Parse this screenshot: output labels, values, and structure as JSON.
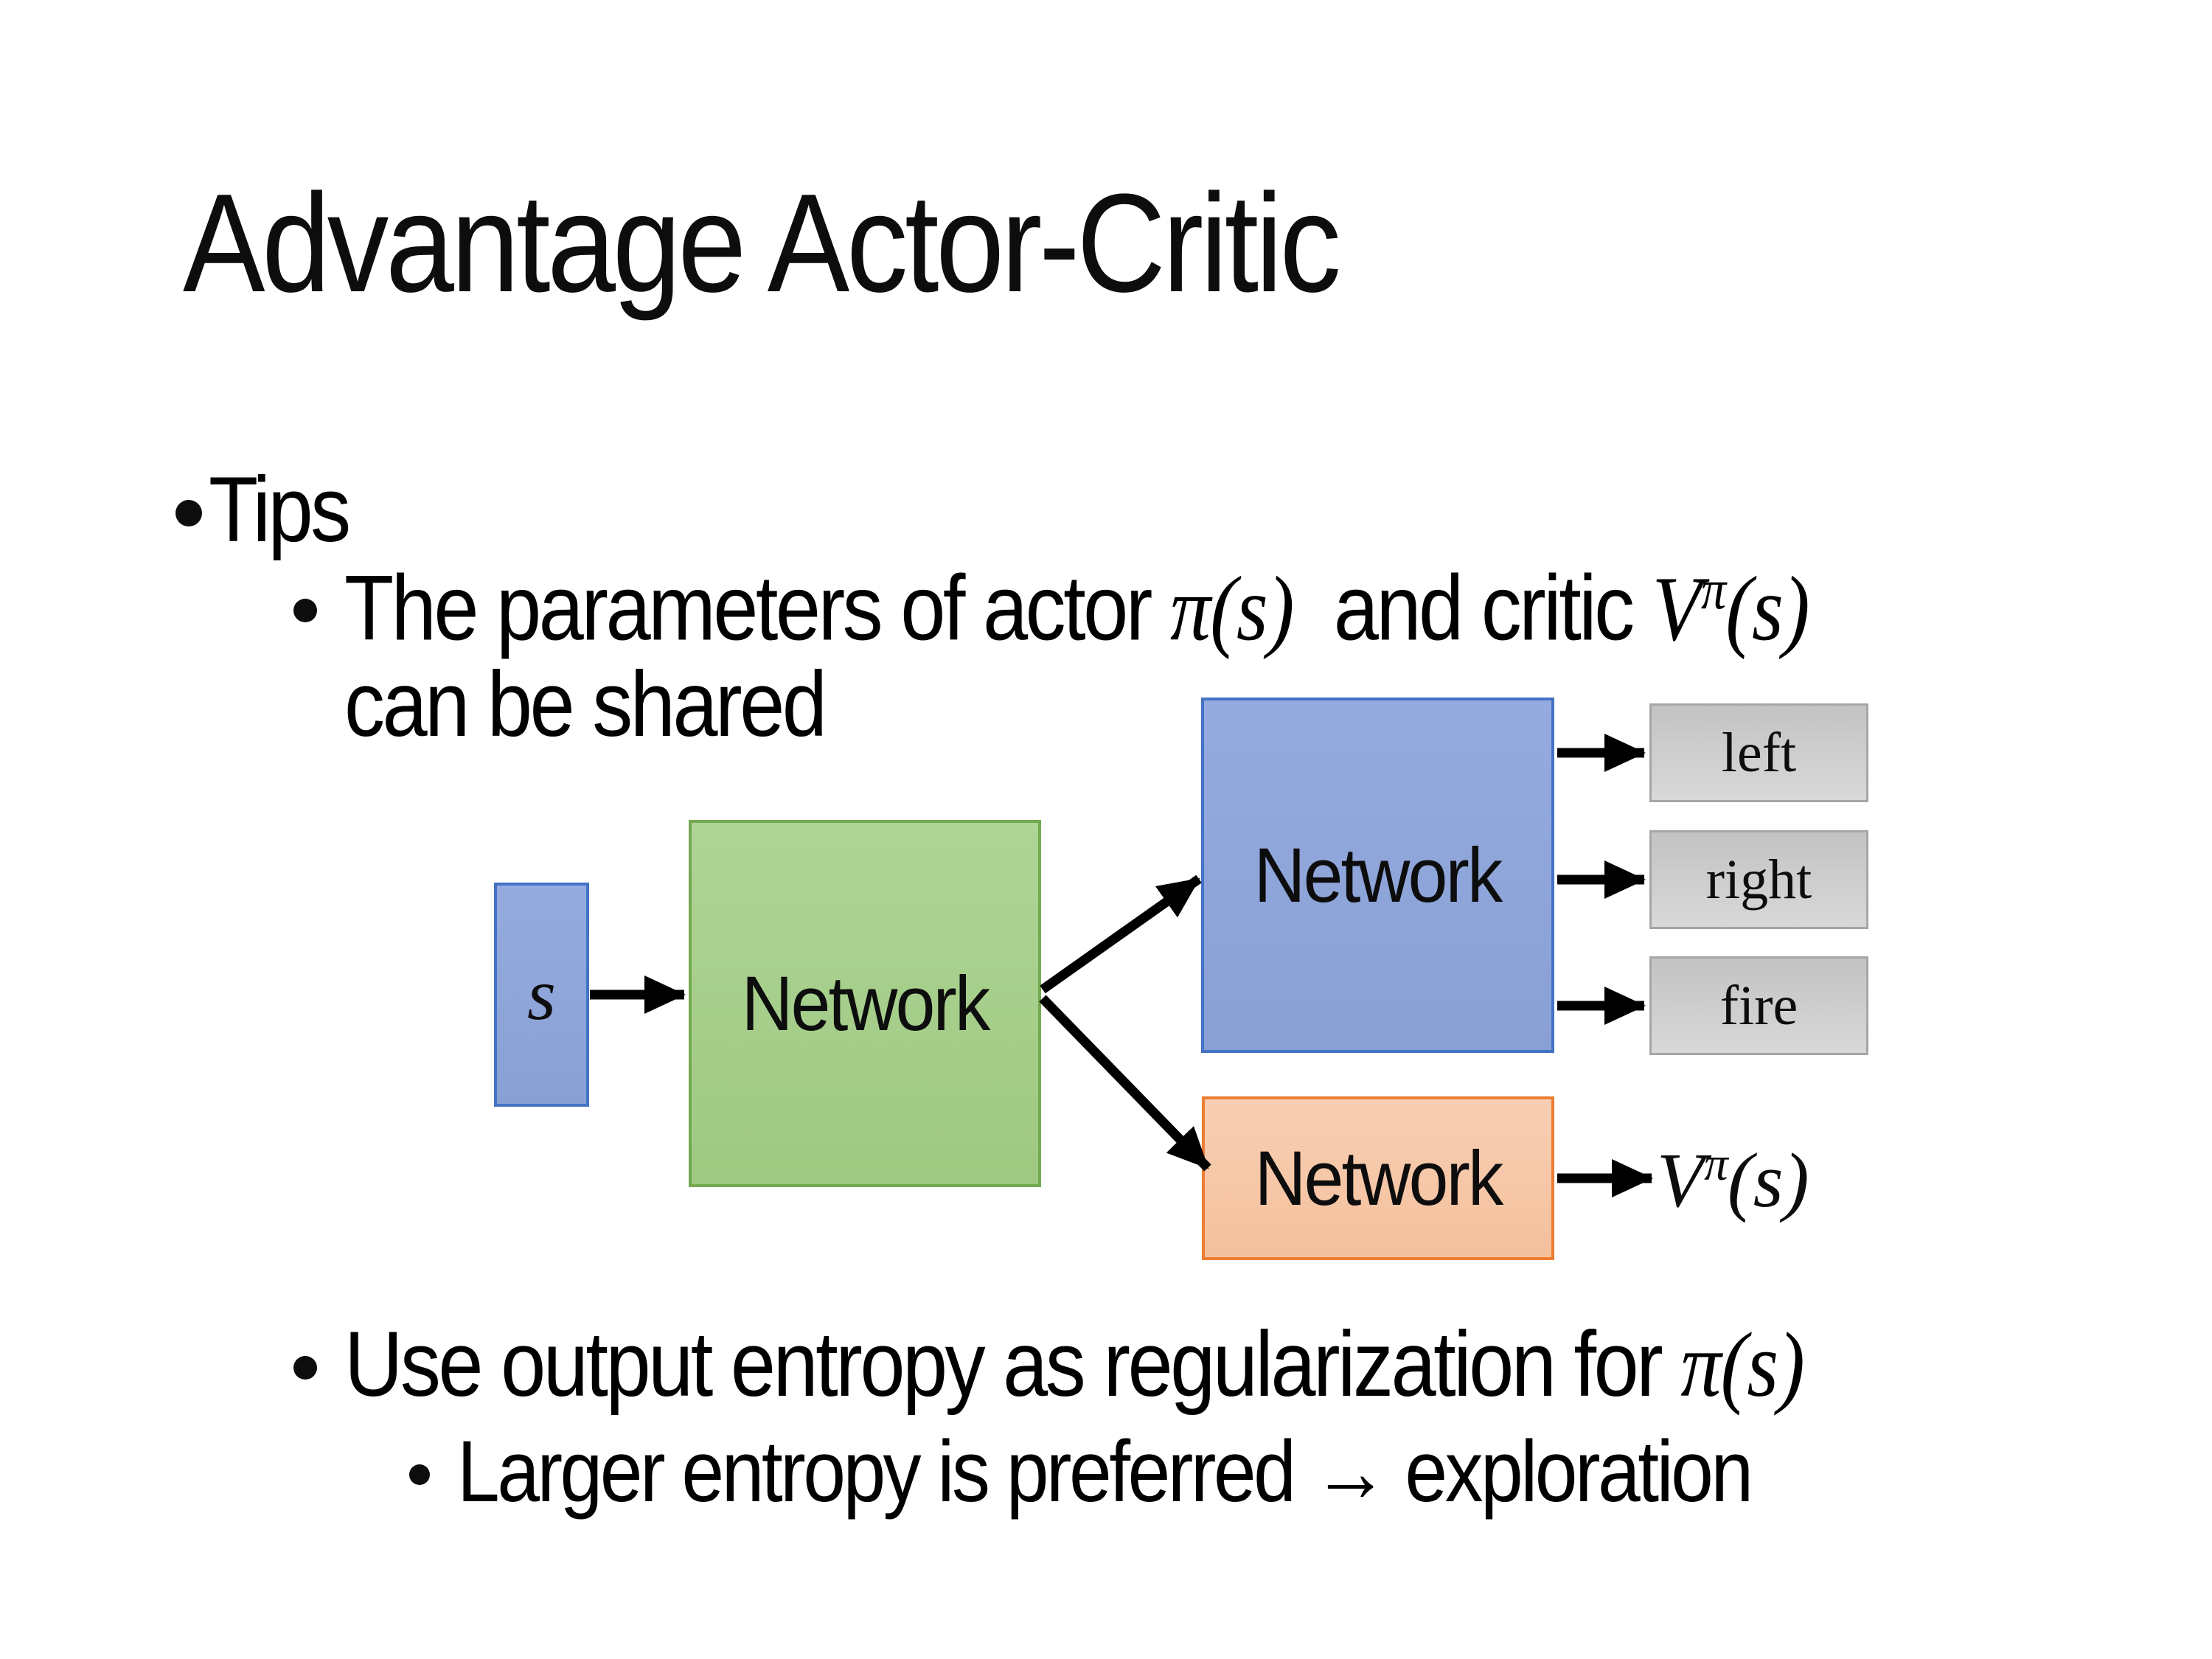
{
  "slide": {
    "title": "Advantage Actor-Critic",
    "bullets": {
      "tips": "Tips",
      "param_line": {
        "part1": "The parameters of actor ",
        "math_actor": "π(s)",
        "part2": "  and critic ",
        "value_base": "V",
        "value_sup": "π",
        "value_args": "(s)",
        "line2": "can be shared"
      },
      "entropy_line": {
        "part1": "Use output entropy as regularization for ",
        "math": "π(s)"
      },
      "exploration_line": "Larger entropy is preferred → exploration"
    }
  },
  "diagram": {
    "state_label": "s",
    "shared_network": "Network",
    "actor_network": "Network",
    "critic_network": "Network",
    "actions": [
      "left",
      "right",
      "fire"
    ],
    "value_output": {
      "base": "V",
      "sup": "π",
      "args": "(s)"
    },
    "colors": {
      "state_fill": "#8FAADC",
      "state_border": "#4472C4",
      "shared_fill": "#A9D18E",
      "shared_border": "#70AD47",
      "actor_fill": "#8FAADC",
      "actor_border": "#4472C4",
      "critic_fill": "#F7CBAC",
      "critic_border": "#ED7D31",
      "action_fill": "#D0D0D0",
      "action_border": "#A6A6A6",
      "arrow": "#000000",
      "text": "#000000"
    }
  }
}
